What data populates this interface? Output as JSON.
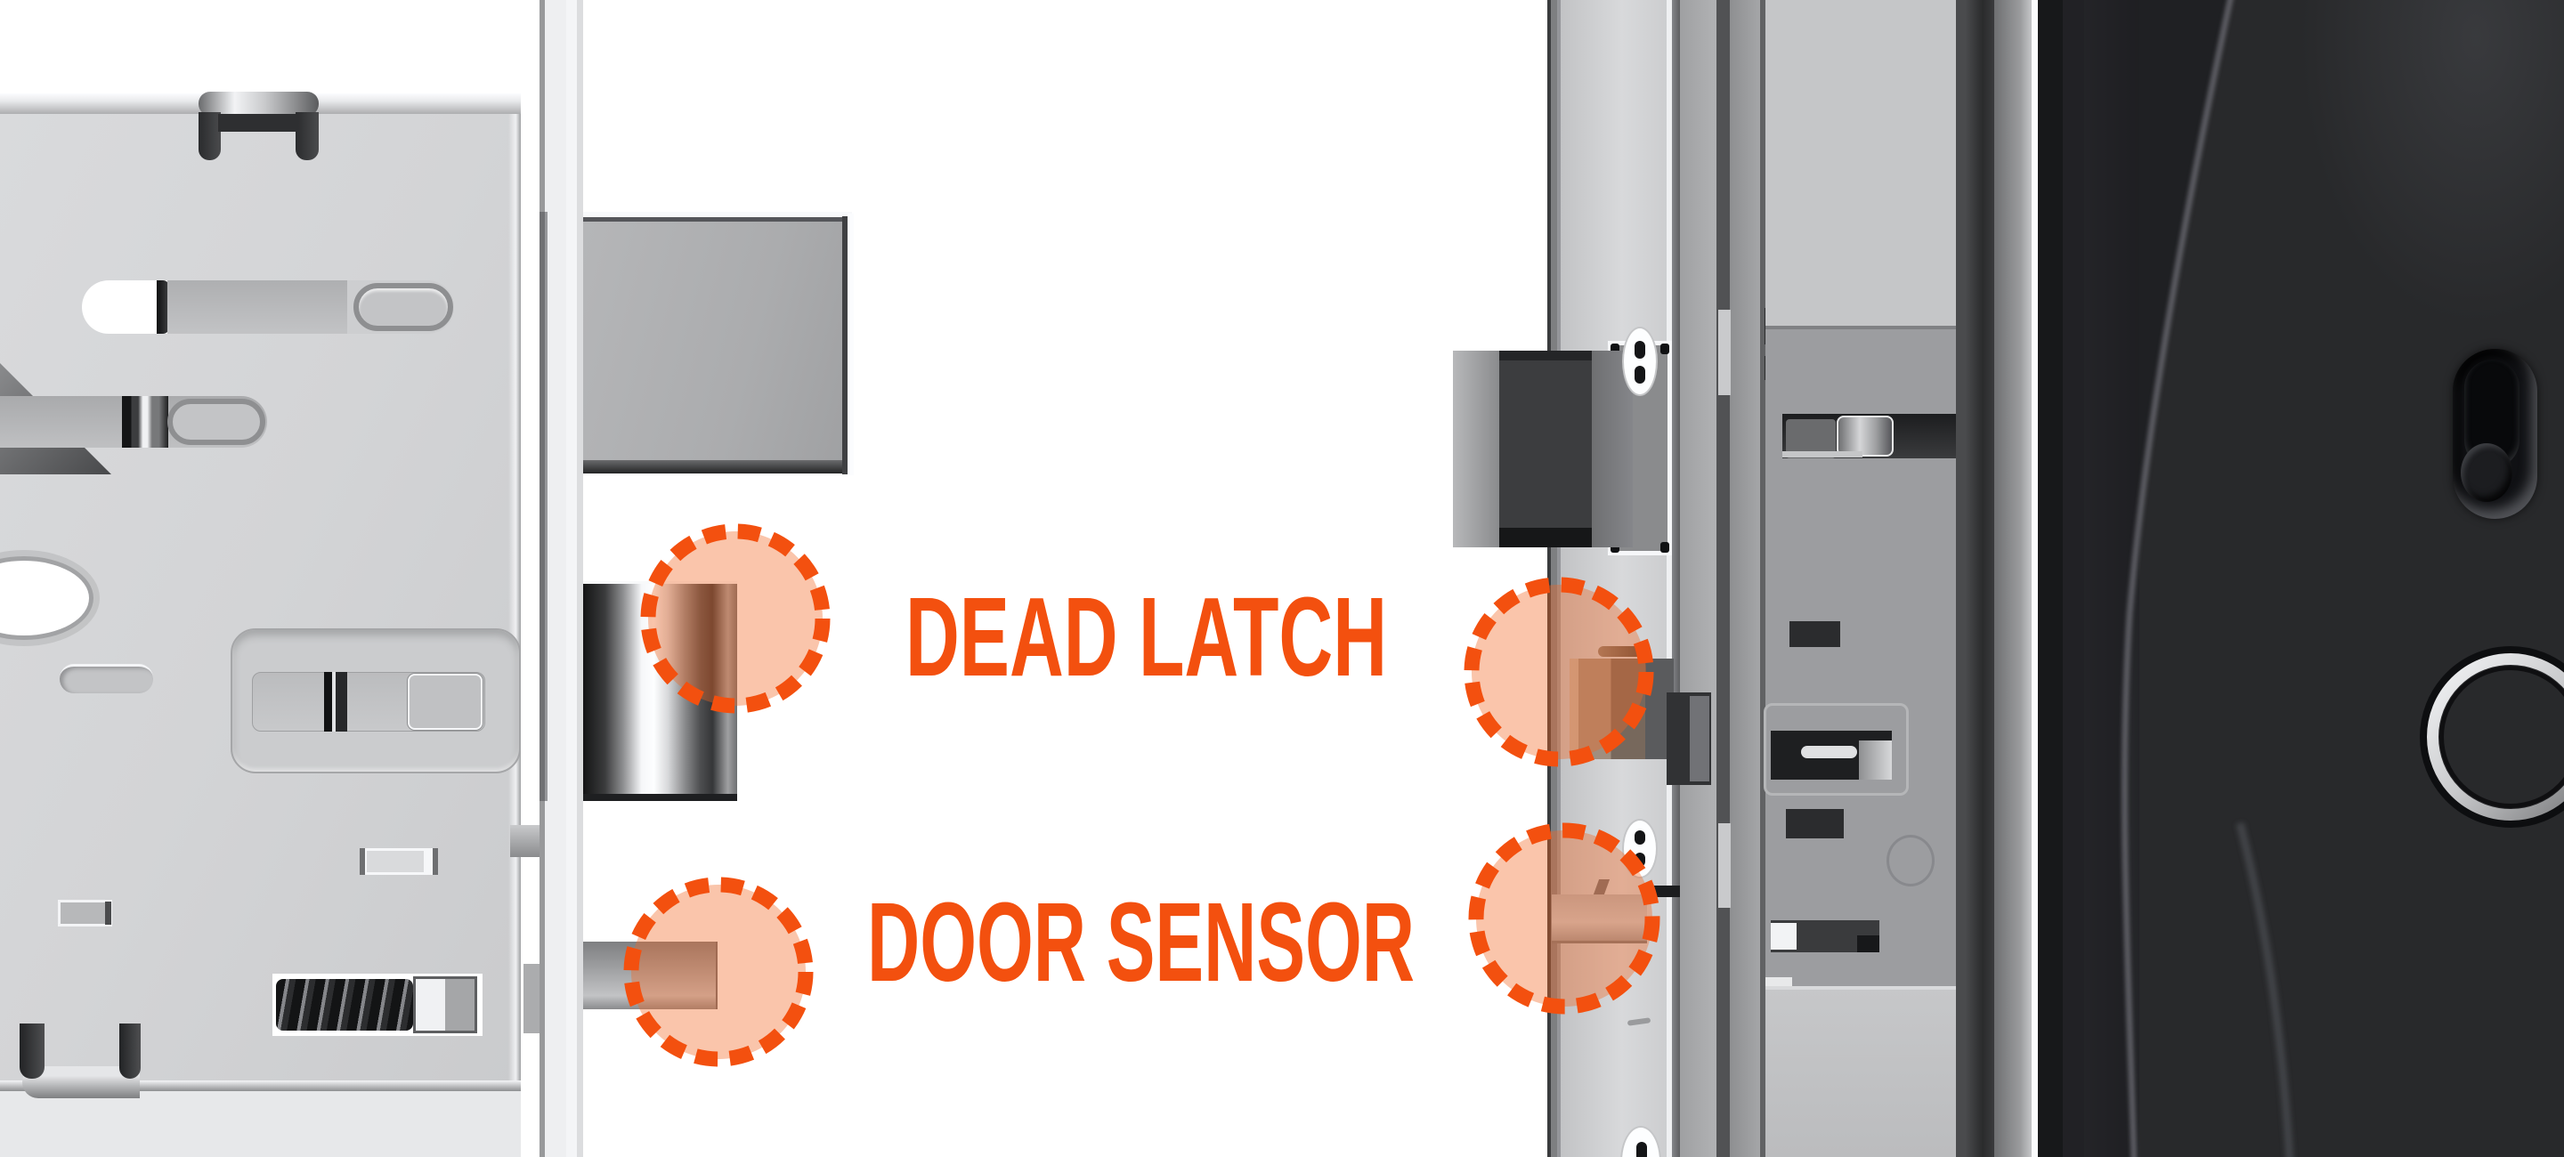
{
  "page": {
    "type": "product-annotation-diagram",
    "subject": "Smart door lock mortise mechanism with dead latch and door sensor callouts"
  },
  "colors": {
    "accent_orange": "#F3500F",
    "highlight_fill": "rgba(242,103,34,0.38)",
    "background": "#FFFFFF",
    "plate_metal": "#D3D4D6",
    "latch_block_gray": "#ABACAE",
    "device_black": "#28292B"
  },
  "annotations": [
    {
      "id": "dead_latch",
      "label": "DEAD LATCH"
    },
    {
      "id": "door_sensor",
      "label": "DOOR SENSOR"
    }
  ],
  "components": [
    "mortise-lock-plate",
    "latch-bolt-block",
    "dead-latch-chrome-bar",
    "door-sensor-tab",
    "door-edge-faceplate",
    "strike-opening",
    "faceplate-screws",
    "smart-lock-exterior-panel",
    "privacy-switch",
    "cylinder-ring"
  ]
}
